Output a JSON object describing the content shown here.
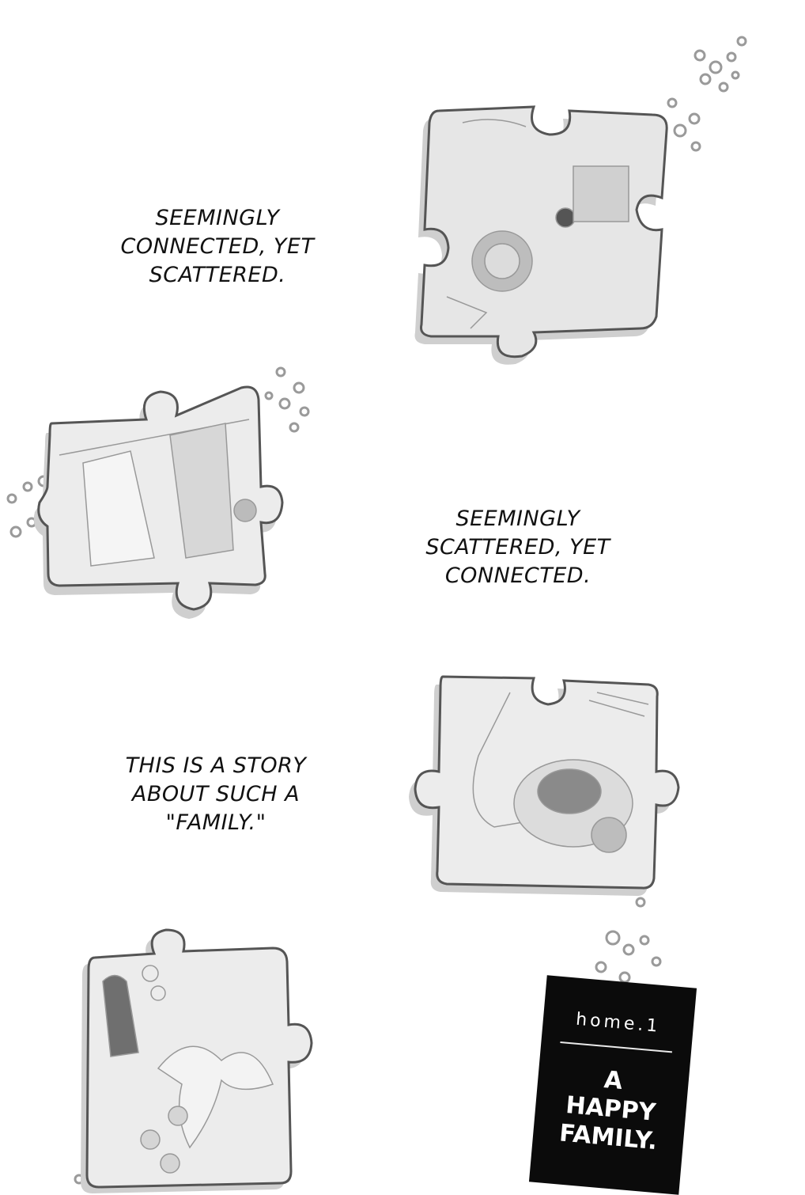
{
  "captions": [
    {
      "lines": [
        "SEEMINGLY",
        "CONNECTED, YET",
        "SCATTERED."
      ]
    },
    {
      "lines": [
        "SEEMINGLY",
        "SCATTERED, YET",
        "CONNECTED."
      ]
    },
    {
      "lines": [
        "THIS IS A STORY",
        "ABOUT SUCH A",
        "\"FAMILY.\""
      ]
    }
  ],
  "title_card": {
    "chapter": "home.1",
    "title_lines": [
      "A",
      "HAPPY",
      "FAMILY."
    ]
  },
  "colors": {
    "background": "#ffffff",
    "ink": "#111111",
    "card": "#0b0b0b",
    "piece_fill": "#e6e6e6",
    "piece_shadow": "#cfcfcf"
  },
  "puzzle_pieces": [
    {
      "depicts": "breakfast-table"
    },
    {
      "depicts": "laundry-line"
    },
    {
      "depicts": "vacuum-cleaner"
    },
    {
      "depicts": "dress-with-bow"
    }
  ]
}
